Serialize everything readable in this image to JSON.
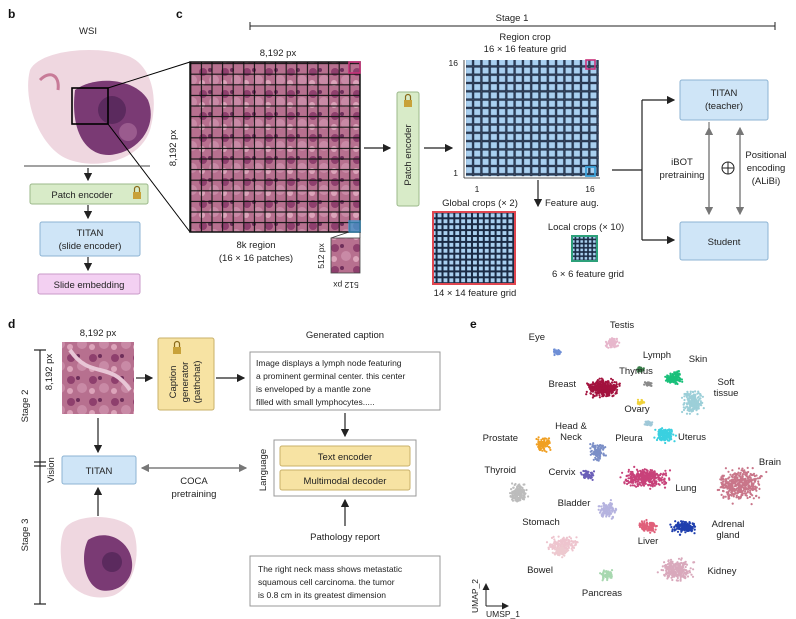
{
  "panels": {
    "b": "b",
    "c": "c",
    "d": "d",
    "e": "e"
  },
  "b": {
    "wsi_label": "WSI",
    "patch_encoder": "Patch encoder",
    "titan_line1": "TITAN",
    "titan_line2": "(slide encoder)",
    "slide_embedding": "Slide embedding",
    "colors": {
      "patch_encoder": "#d8ebc8",
      "titan": "#cfe5f7",
      "slide_embedding": "#f3d0f2"
    }
  },
  "c": {
    "stage_label": "Stage 1",
    "region_px": "8,192 px",
    "region_px_vertical": "8,192 px",
    "region_line1": "8k region",
    "region_line2": "(16 × 16 patches)",
    "patch_px_vertical": "512 px",
    "patch_px_horizontal": "512 px",
    "patch_encoder_vertical": "Patch encoder",
    "region_crop_line1": "Region crop",
    "region_crop_line2": "16 × 16 feature grid",
    "axis_16_top": "16",
    "axis_1_left": "1",
    "axis_1_bottom": "1",
    "axis_16_right": "16",
    "feature_aug": "Feature aug.",
    "global_crops": "Global crops (× 2)",
    "global_grid": "14 × 14 feature grid",
    "local_crops": "Local crops (× 10)",
    "local_grid": "6 × 6 feature grid",
    "teacher_line1": "TITAN",
    "teacher_line2": "(teacher)",
    "student": "Student",
    "ibot_line1": "iBOT",
    "ibot_line2": "pretraining",
    "positional_line1": "Positional",
    "positional_line2": "encoding",
    "positional_line3": "(ALiBi)",
    "colors": {
      "box": "#cfe5f7",
      "grid_fill": "#a9d0f0",
      "global_border": "#e0464f",
      "local_border": "#2da07a",
      "corner_pink": "#c8327a",
      "corner_blue": "#3aa0d8"
    }
  },
  "d": {
    "top_px": "8,192 px",
    "side_px": "8,192 px",
    "stage2": "Stage 2",
    "stage3": "Stage 3",
    "vision": "Vision",
    "language": "Language",
    "caption_gen_line1": "Caption",
    "caption_gen_line2": "generator",
    "caption_gen_line3": "(pathchat)",
    "generated_caption_title": "Generated caption",
    "caption_lines": [
      "Image displays a lymph node featuring",
      "a prominent germinal center. this center",
      "is enveloped by a mantle zone",
      "filled with small lymphocytes....."
    ],
    "titan": "TITAN",
    "coca_line1": "COCA",
    "coca_line2": "pretraining",
    "text_encoder": "Text encoder",
    "multimodal_decoder": "Multimodal decoder",
    "pathology_report_title": "Pathology report",
    "report_lines": [
      "The right neck mass shows metastatic",
      "squamous cell carcinoma. the tumor",
      "is 0.8 cm in its greatest dimension"
    ],
    "colors": {
      "caption_gen": "#f7e3a3",
      "decoder": "#f7e3a3",
      "titan": "#cfe5f7"
    }
  },
  "e": {
    "umap_x": "UMSP_1",
    "umap_y": "UMAP_2",
    "clusters": [
      {
        "name": "Eye",
        "color": "#6f8fd6"
      },
      {
        "name": "Testis",
        "color": "#e7b7cc"
      },
      {
        "name": "Lymph",
        "color": "#3a7d4a"
      },
      {
        "name": "Thymus",
        "color": "#8a8a8a"
      },
      {
        "name": "Skin",
        "color": "#19c07a"
      },
      {
        "name": "Breast",
        "color": "#a3123e"
      },
      {
        "name": "Soft tissue",
        "color": "#9ccfd8"
      },
      {
        "name": "Ovary",
        "color": "#f0d23a"
      },
      {
        "name": "Head & Neck",
        "color": "#7b8fc7"
      },
      {
        "name": "Pleura",
        "color": "#9fc8d8"
      },
      {
        "name": "Uterus",
        "color": "#3ad0e0"
      },
      {
        "name": "Prostate",
        "color": "#f0a024"
      },
      {
        "name": "Thyroid",
        "color": "#bcbcbc"
      },
      {
        "name": "Cervix",
        "color": "#6b5fb8"
      },
      {
        "name": "Brain",
        "color": "#c9768a"
      },
      {
        "name": "Lung",
        "color": "#c8427a"
      },
      {
        "name": "Bladder",
        "color": "#b5b3df"
      },
      {
        "name": "Adrenal gland",
        "color": "#1f3fae"
      },
      {
        "name": "Stomach",
        "color": "#eec4ce"
      },
      {
        "name": "Liver",
        "color": "#e0607a"
      },
      {
        "name": "Bowel",
        "color": "#edc9cf"
      },
      {
        "name": "Kidney",
        "color": "#d9a9bc"
      },
      {
        "name": "Pancreas",
        "color": "#a8d8b0"
      }
    ]
  }
}
